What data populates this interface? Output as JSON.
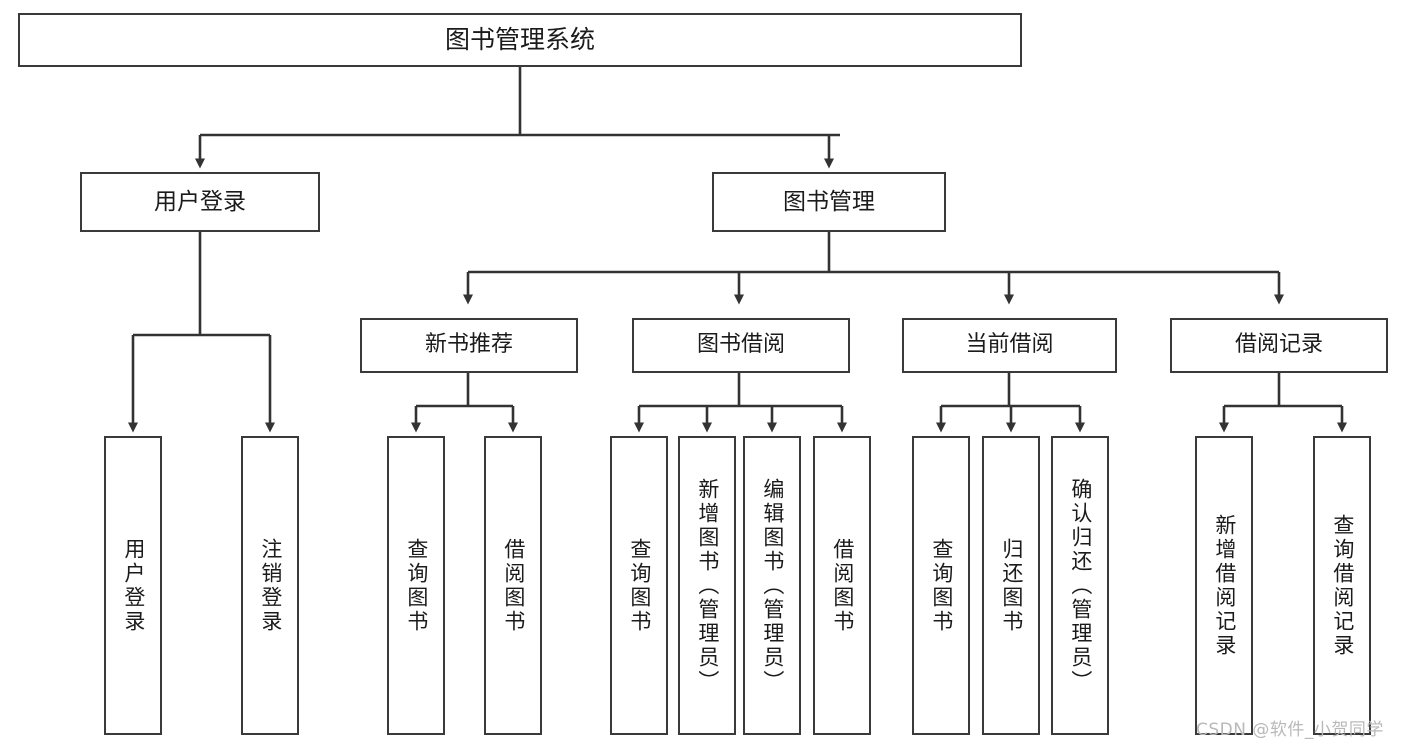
{
  "diagram": {
    "type": "tree",
    "title": "图书管理系统",
    "root": {
      "id": "root",
      "label": "图书管理系统"
    },
    "level2": [
      {
        "id": "user-login",
        "label": "用户登录"
      },
      {
        "id": "book-management",
        "label": "图书管理"
      }
    ],
    "level3": [
      {
        "id": "new-book-recommend",
        "label": "新书推荐",
        "parent": "book-management"
      },
      {
        "id": "book-borrow",
        "label": "图书借阅",
        "parent": "book-management"
      },
      {
        "id": "current-borrow",
        "label": "当前借阅",
        "parent": "book-management"
      },
      {
        "id": "borrow-record",
        "label": "借阅记录",
        "parent": "book-management"
      }
    ],
    "leaves": [
      {
        "id": "leaf-user-login",
        "label": "用户登录",
        "parent": "user-login"
      },
      {
        "id": "leaf-user-logout",
        "label": "注销登录",
        "parent": "user-login"
      },
      {
        "id": "leaf-query-book-1",
        "label": "查询图书",
        "parent": "new-book-recommend"
      },
      {
        "id": "leaf-borrow-book-1",
        "label": "借阅图书",
        "parent": "new-book-recommend"
      },
      {
        "id": "leaf-query-book-2",
        "label": "查询图书",
        "parent": "book-borrow"
      },
      {
        "id": "leaf-add-book",
        "label": "新增图书（管理员）",
        "parent": "book-borrow"
      },
      {
        "id": "leaf-edit-book",
        "label": "编辑图书（管理员）",
        "parent": "book-borrow"
      },
      {
        "id": "leaf-borrow-book-2",
        "label": "借阅图书",
        "parent": "book-borrow"
      },
      {
        "id": "leaf-query-book-3",
        "label": "查询图书",
        "parent": "current-borrow"
      },
      {
        "id": "leaf-return-book",
        "label": "归还图书",
        "parent": "current-borrow"
      },
      {
        "id": "leaf-confirm-return",
        "label": "确认归还（管理员）",
        "parent": "current-borrow"
      },
      {
        "id": "leaf-add-record",
        "label": "新增借阅记录",
        "parent": "borrow-record"
      },
      {
        "id": "leaf-query-record",
        "label": "查询借阅记录",
        "parent": "borrow-record"
      }
    ],
    "colors": {
      "box_border": "#3a3a3a",
      "box_fill": "#ffffff",
      "connector": "#333333",
      "text": "#1b1b1b",
      "watermark": "#b9b9b9",
      "background": "#ffffff"
    }
  },
  "watermark": {
    "text": "CSDN @软件_小贺同学"
  }
}
